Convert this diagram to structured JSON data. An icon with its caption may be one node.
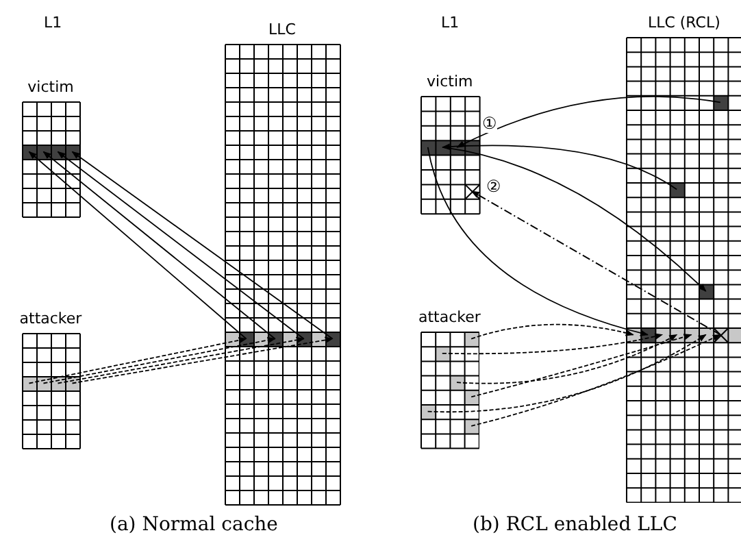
{
  "diagram": {
    "nodes": [
      {
        "text": [
          "victim"
        ]
      },
      {
        "text": [
          "attacker"
        ]
      },
      {
        "text": [
          "LLC"
        ]
      },
      {
        "text": [
          "victim"
        ]
      },
      {
        "text": [
          "attacker"
        ]
      },
      {
        "text": [
          "LLC (RCL)"
        ]
      }
    ],
    "edges": [
      {
        "from": 2,
        "to": 0,
        "arrow": "to"
      },
      {
        "from": 2,
        "to": 0,
        "arrow": "to"
      },
      {
        "from": 2,
        "to": 0,
        "arrow": "to"
      },
      {
        "from": 2,
        "to": 0,
        "arrow": "to"
      },
      {
        "from": 1,
        "to": 2,
        "arrow": "to",
        "style": "dashed"
      },
      {
        "from": 1,
        "to": 2,
        "arrow": "to",
        "style": "dashed"
      },
      {
        "from": 1,
        "to": 2,
        "arrow": "to",
        "style": "dashed"
      },
      {
        "from": 1,
        "to": 2,
        "arrow": "to",
        "style": "dashed"
      },
      {
        "from": 5,
        "to": 3,
        "arrow": "to",
        "label": "①"
      },
      {
        "from": 5,
        "to": 3,
        "arrow": "to"
      },
      {
        "from": 3,
        "to": 5,
        "arrow": "to"
      },
      {
        "from": 3,
        "to": 5,
        "arrow": "to"
      },
      {
        "from": 5,
        "to": 3,
        "arrow": "to",
        "style": "dashed",
        "label": "②"
      },
      {
        "from": 4,
        "to": 5,
        "arrow": "to",
        "style": "dashed"
      },
      {
        "from": 4,
        "to": 5,
        "arrow": "to",
        "style": "dashed"
      },
      {
        "from": 4,
        "to": 5,
        "arrow": "to",
        "style": "dashed"
      },
      {
        "from": 4,
        "to": 5,
        "arrow": "to",
        "style": "dashed"
      },
      {
        "from": 4,
        "to": 5,
        "arrow": "to",
        "style": "dashed"
      },
      {
        "from": 4,
        "to": 5,
        "arrow": "to",
        "style": "dashed"
      }
    ],
    "labels": [
      "L1",
      "L1",
      "(a) Normal cache",
      "(b) RCL enabled LLC"
    ]
  }
}
